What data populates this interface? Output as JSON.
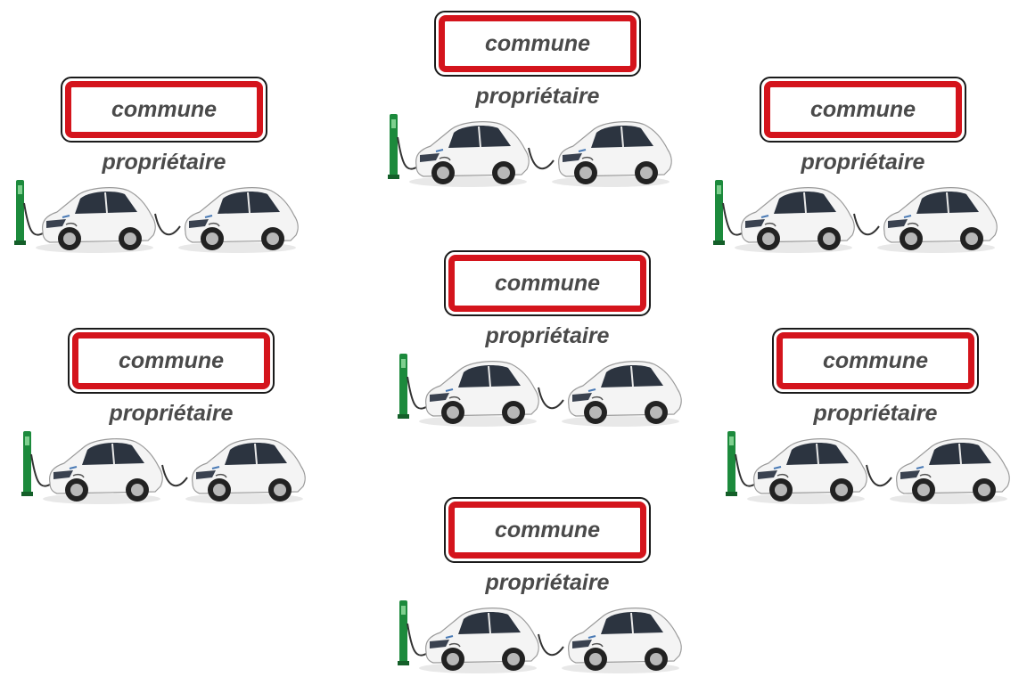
{
  "colors": {
    "sign_border": "#d4141c",
    "text": "#4a4a4a",
    "charger": "#1c8a3c",
    "car_body": "#f4f4f4"
  },
  "icons": [
    "charging-station-icon",
    "electric-car-icon",
    "charging-cable-icon"
  ],
  "groups": [
    {
      "sign": "commune",
      "label": "propriétaire"
    },
    {
      "sign": "commune",
      "label": "propriétaire"
    },
    {
      "sign": "commune",
      "label": "propriétaire"
    },
    {
      "sign": "commune",
      "label": "propriétaire"
    },
    {
      "sign": "commune",
      "label": "propriétaire"
    },
    {
      "sign": "commune",
      "label": "propriétaire"
    },
    {
      "sign": "commune",
      "label": "propriétaire"
    }
  ]
}
